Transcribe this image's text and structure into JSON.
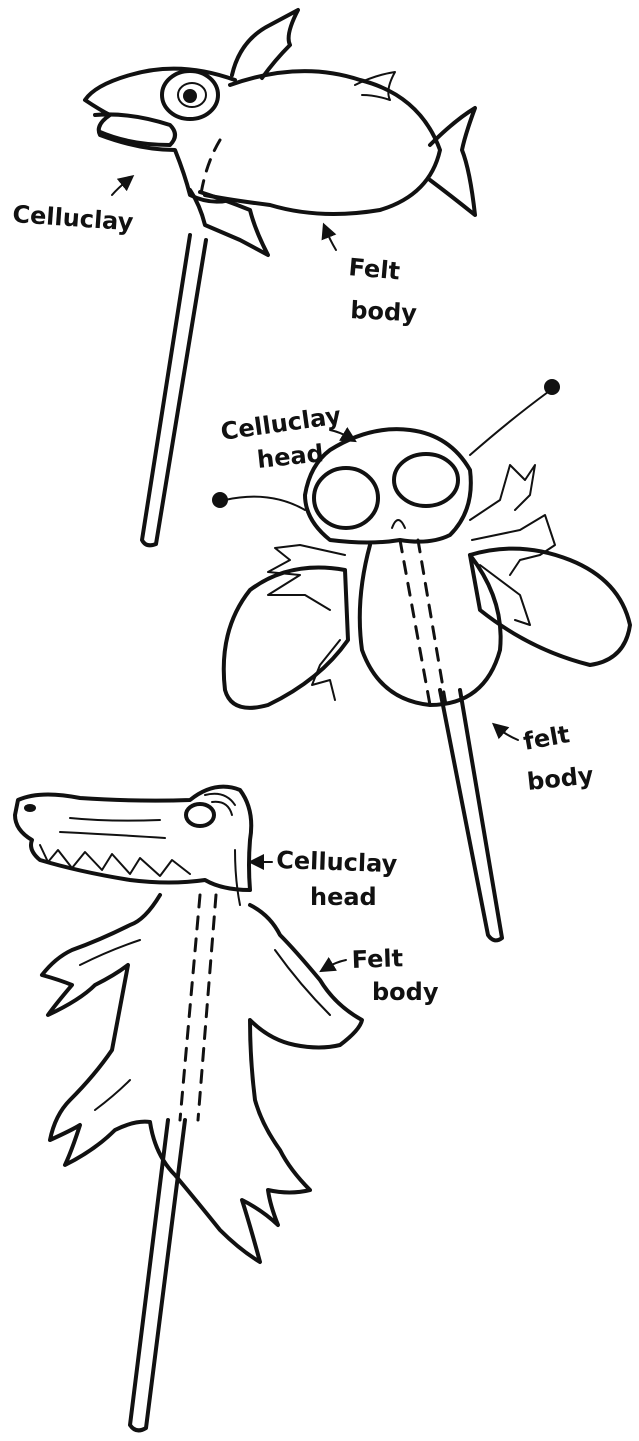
{
  "puppets": [
    {
      "name": "fish",
      "labels": [
        "Celluclay",
        "Felt",
        "body"
      ]
    },
    {
      "name": "fly",
      "labels": [
        "Celluclay",
        "head",
        "felt",
        "body"
      ]
    },
    {
      "name": "crocodile",
      "labels": [
        "Celluclay",
        "head",
        "Felt",
        "body"
      ]
    }
  ],
  "colors": {
    "ink": "#111111",
    "paper": "#ffffff"
  }
}
